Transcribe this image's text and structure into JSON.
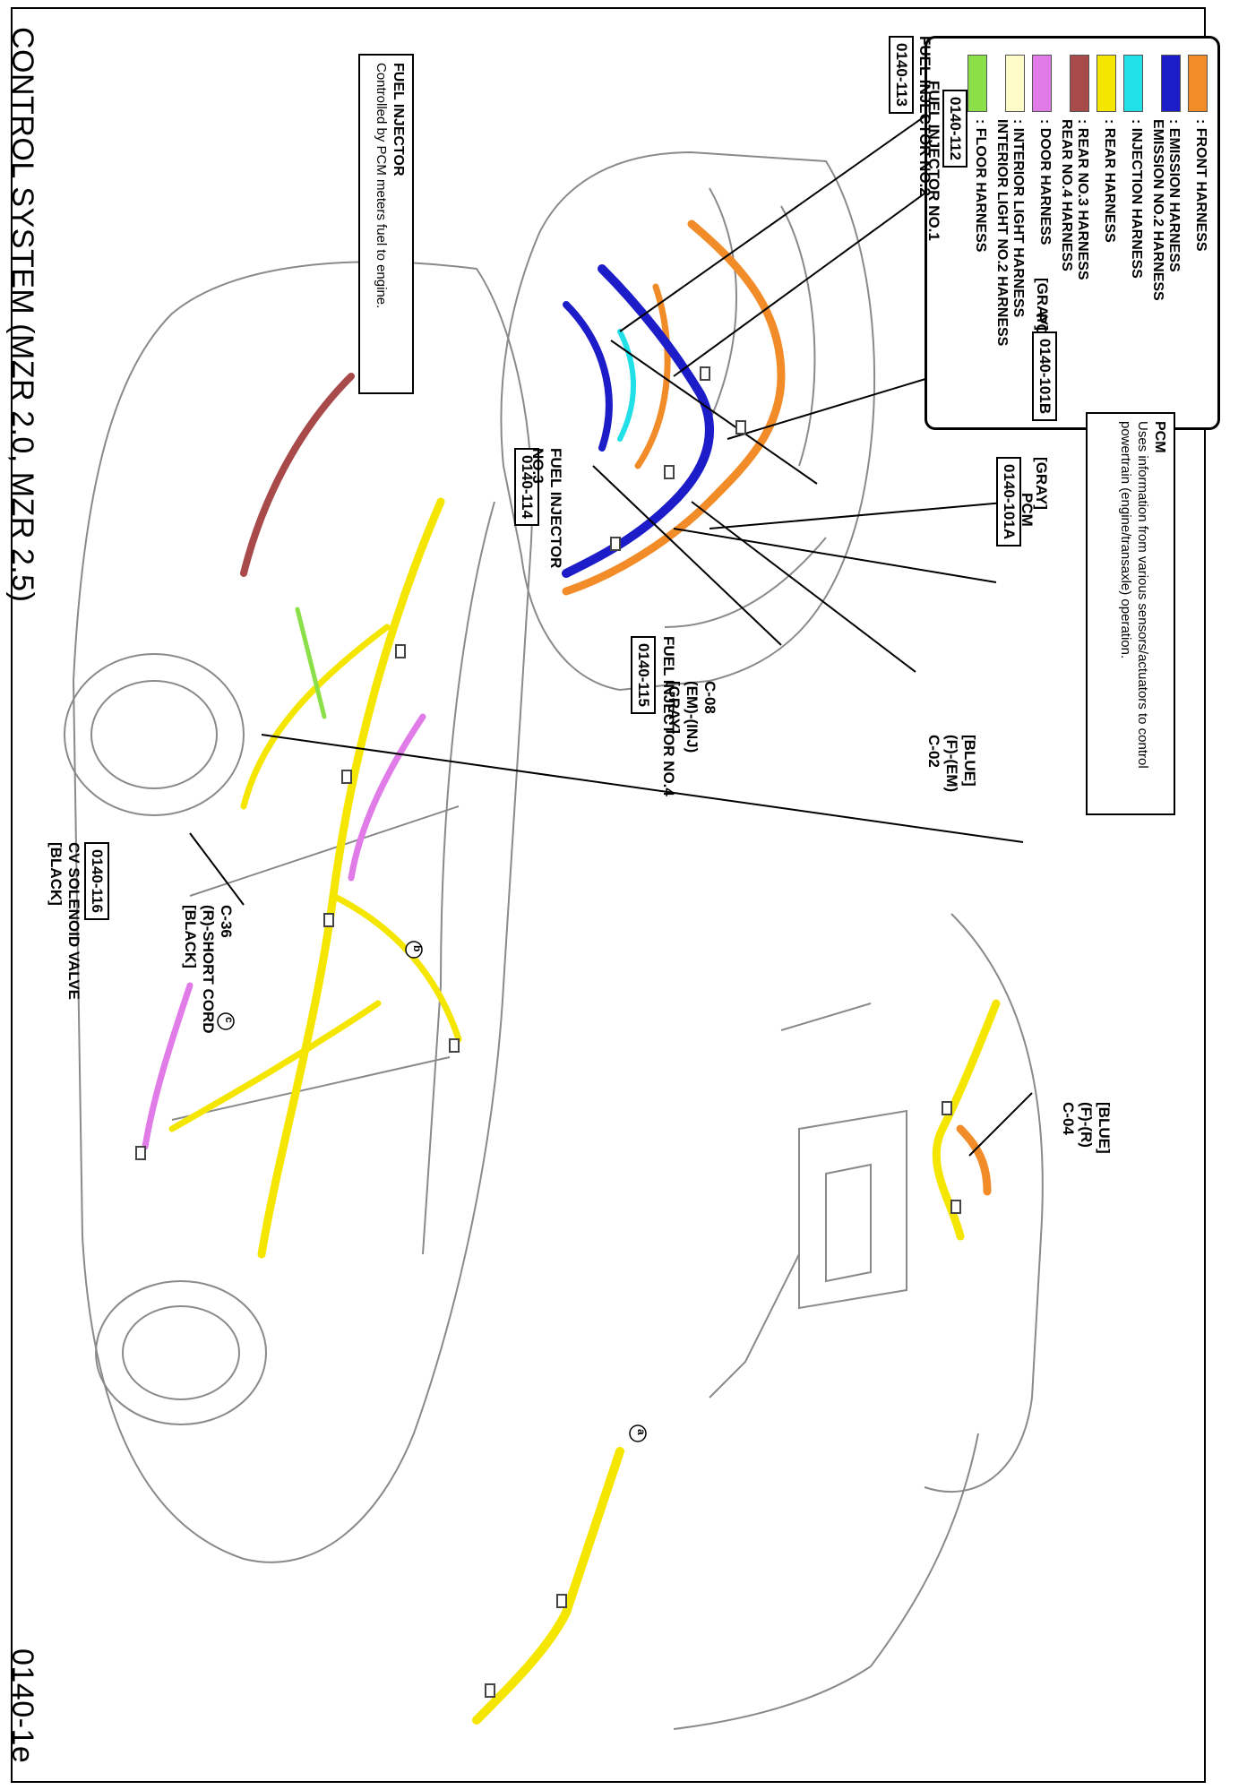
{
  "title": "CONTROL SYSTEM (MZR 2.0, MZR 2.5)",
  "page_number": "0140-1e",
  "legend": [
    {
      "color": "#f28c28",
      "label": ": FRONT HARNESS"
    },
    {
      "color": "#1c1cc8",
      "label": ": EMISSION HARNESS\nEMISSION NO.2 HARNESS"
    },
    {
      "color": "#22e0e8",
      "label": ": INJECTION HARNESS"
    },
    {
      "color": "#f5e600",
      "label": ": REAR HARNESS"
    },
    {
      "color": "#a84a4a",
      "label": ": REAR NO.3 HARNESS\nREAR NO.4 HARNESS"
    },
    {
      "color": "#e07be8",
      "label": ": DOOR HARNESS"
    },
    {
      "color": "#fdfbc8",
      "label": ": INTERIOR LIGHT HARNESS\nINTERIOR LIGHT NO.2 HARNESS"
    },
    {
      "color": "#8be04a",
      "label": ": FLOOR HARNESS"
    }
  ],
  "fuel_injector_box": {
    "heading": "FUEL INJECTOR",
    "text": "Controlled by PCM meters fuel to engine."
  },
  "pcm_box": {
    "heading": "PCM",
    "text": "Uses information from various sensors/actuators to control powertrain (engine/transaxle) operation."
  },
  "callouts": {
    "inj1_name": "FUEL INJECTOR NO.1",
    "inj1_code": "0140-112",
    "inj2_code": "0140-113",
    "inj2_name": "FUEL INJECTOR NO.2",
    "pcm_b_color": "[GRAY]",
    "pcm_b_name": "PCM",
    "pcm_b_code": "0140-101B",
    "pcm_a_color": "[GRAY]",
    "pcm_a_name": "PCM",
    "pcm_a_code": "0140-101A",
    "inj3_code": "0140-114",
    "inj3_name": "FUEL INJECTOR\nNO.3",
    "inj4_code": "0140-115",
    "inj4_name": "FUEL INJECTOR NO.4",
    "c08": "C-08\n(EM)-(INJ)\n[GRAY]",
    "c02": "[BLUE]\n(F)-(EM)\nC-02",
    "c04": "[BLUE]\n(F)-(R)\nC-04",
    "cv_code": "0140-116",
    "cv_name": "CV SOLENOID VALVE\n[BLACK]",
    "c36": "C-36\n(R)-SHORT CORD\n[BLACK]",
    "mark_a": "a",
    "mark_b": "b",
    "mark_c": "c"
  }
}
